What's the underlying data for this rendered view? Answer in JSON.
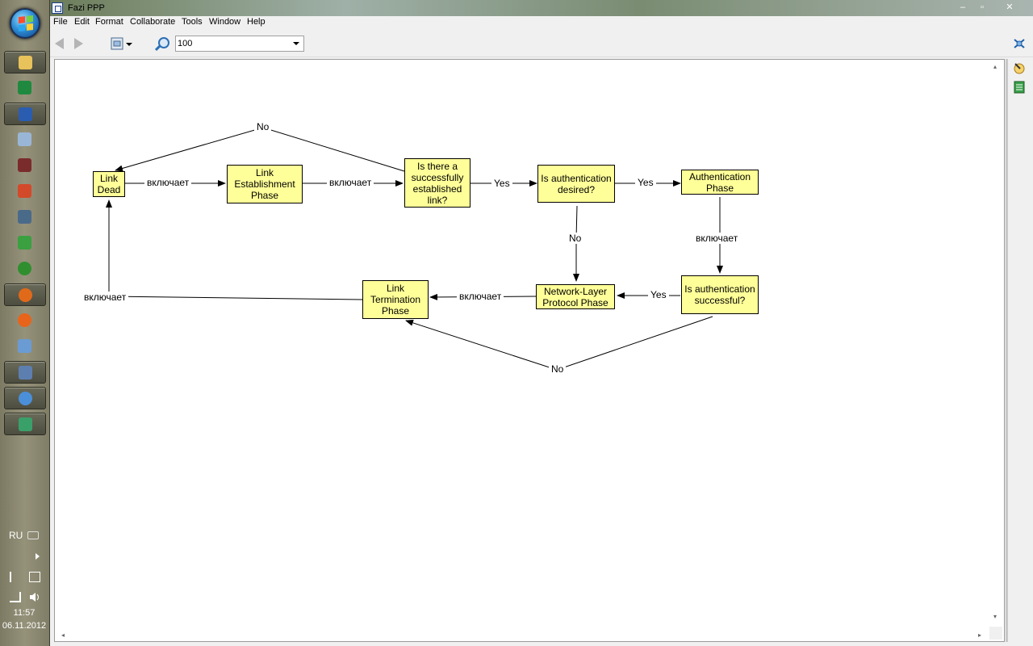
{
  "app": {
    "title": "Fazi PPP",
    "menu": [
      "File",
      "Edit",
      "Format",
      "Collaborate",
      "Tools",
      "Window",
      "Help"
    ],
    "window_controls": {
      "minimize": "–",
      "restore": "▫",
      "close": "✕"
    }
  },
  "toolbar": {
    "zoom_value": "100"
  },
  "diagram": {
    "nodes": {
      "link_dead": "Link Dead",
      "link_establishment": "Link Establishment Phase",
      "established_question": "Is there a successfully established link?",
      "auth_desired_question": "Is authentication desired?",
      "authentication_phase": "Authentication Phase",
      "auth_success_question": "Is authentication successful?",
      "network_layer": "Network-Layer Protocol Phase",
      "link_termination": "Link Termination Phase"
    },
    "edges": {
      "dead_to_establishment": "включает",
      "establishment_to_question": "включает",
      "question_no": "No",
      "question_yes": "Yes",
      "auth_desired_yes": "Yes",
      "auth_desired_no": "No",
      "auth_phase_to_success": "включает",
      "auth_success_yes": "Yes",
      "auth_success_no": "No",
      "network_to_termination": "включает",
      "termination_to_dead": "включает"
    }
  },
  "system_tray": {
    "language": "RU",
    "time": "11:57",
    "date": "06.11.2012"
  },
  "colors": {
    "node_fill": "#ffff99",
    "canvas_bg": "#ffffff"
  }
}
